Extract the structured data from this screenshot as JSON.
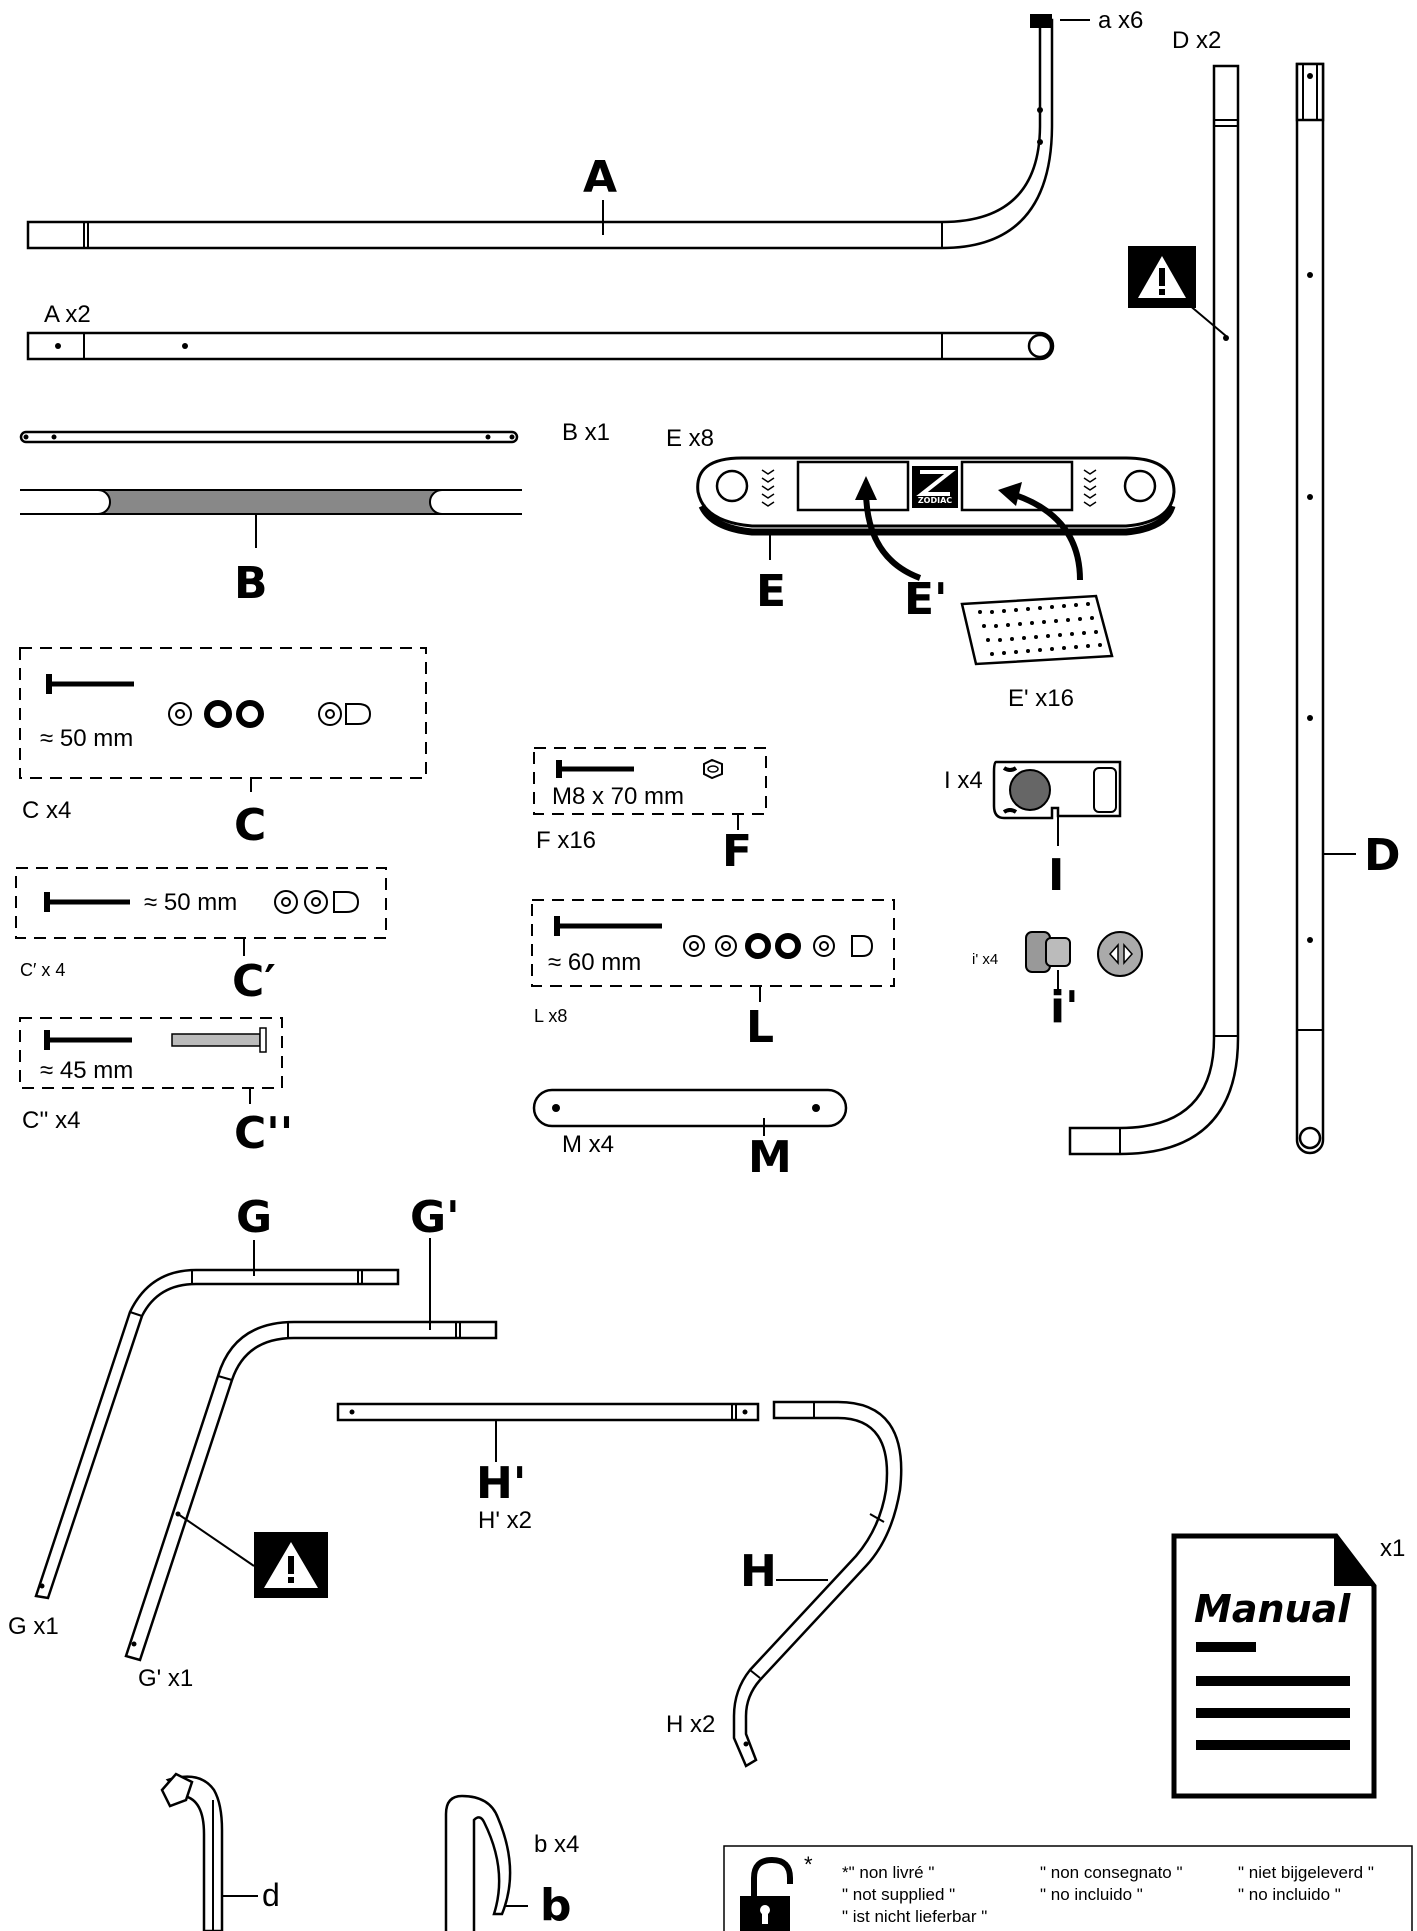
{
  "parts": {
    "cap_a": {
      "count": "a x6"
    },
    "A": {
      "letter": "A",
      "count": "A x2"
    },
    "B": {
      "letter": "B",
      "count": "B x1"
    },
    "D": {
      "letter": "D",
      "count": "D x2"
    },
    "E": {
      "letter": "E",
      "count": "E x8"
    },
    "E_prime": {
      "letter": "E'",
      "count": "E' x16"
    },
    "C": {
      "letter": "C",
      "count": "C x4",
      "dimension": "≈ 50 mm"
    },
    "C_prime": {
      "letter": "C′",
      "count": "C′ x 4",
      "dimension": "≈ 50 mm"
    },
    "C_double": {
      "letter": "C''",
      "count": "C'' x4",
      "dimension": "≈ 45 mm"
    },
    "F": {
      "letter": "F",
      "count": "F x16",
      "dimension": "M8 x 70 mm"
    },
    "L": {
      "letter": "L",
      "count": "L x8",
      "dimension": "≈ 60 mm"
    },
    "M": {
      "letter": "M",
      "count": "M x4"
    },
    "I": {
      "letter": "I",
      "count": "I x4"
    },
    "i_prime": {
      "letter": "i'",
      "count": "i' x4"
    },
    "G": {
      "letter": "G",
      "count": "G x1"
    },
    "G_prime": {
      "letter": "G'",
      "count": "G' x1"
    },
    "H": {
      "letter": "H",
      "count": "H x2"
    },
    "H_prime": {
      "letter": "H'",
      "count": "H' x2"
    },
    "d": {
      "letter": "d"
    },
    "b": {
      "letter": "b",
      "count": "b x4"
    },
    "manual": {
      "title": "Manual",
      "count": "x1"
    }
  },
  "brand": "ZODIAC",
  "legend": {
    "asterisk": "*",
    "col1": [
      "*\" non livré \"",
      "\" not supplied \"",
      "\" ist nicht lieferbar \""
    ],
    "col2": [
      "\" non consegnato \"",
      "\" no incluido \""
    ],
    "col3": [
      "\" niet bijgeleverd \"",
      "\" no incluido \""
    ]
  },
  "icons": [
    "warning-icon",
    "unlocked-padlock-icon",
    "manual-document-icon"
  ]
}
